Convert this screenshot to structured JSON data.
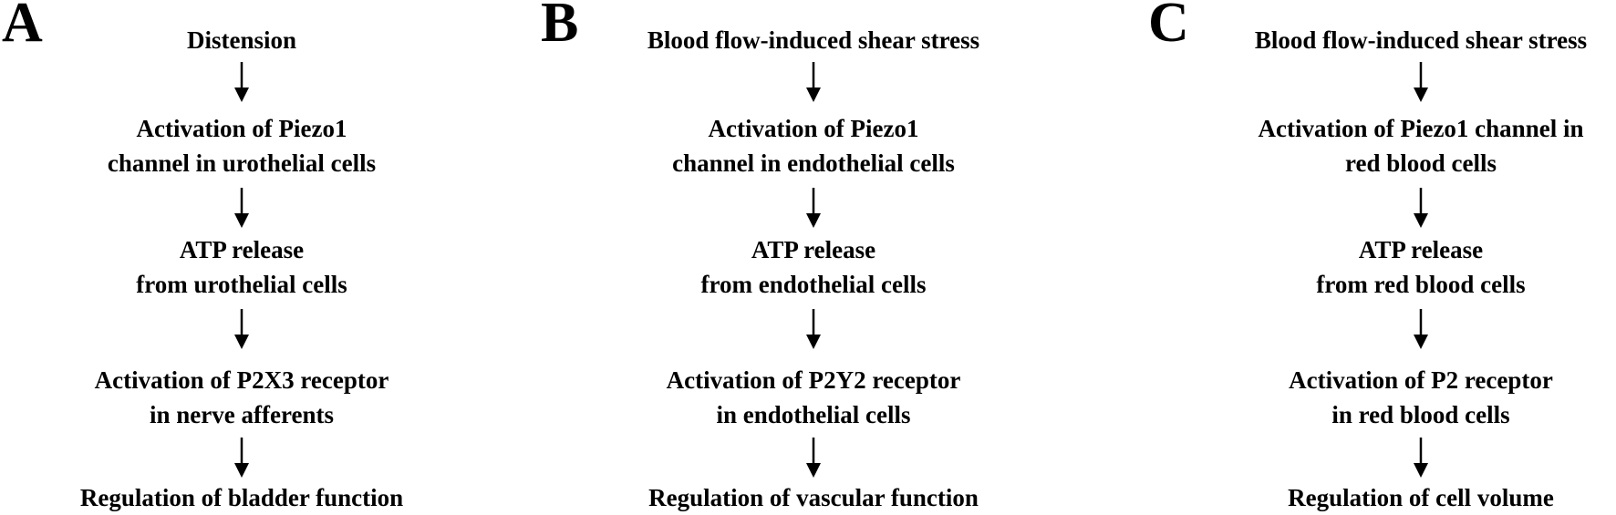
{
  "colors": {
    "text": "#000000",
    "background": "#ffffff"
  },
  "panels": [
    {
      "letter": "A",
      "steps": [
        [
          "Distension"
        ],
        [
          "Activation of Piezo1",
          "channel in urothelial cells"
        ],
        [
          "ATP release",
          "from urothelial cells"
        ],
        [
          "Activation of P2X3 receptor",
          "in nerve afferents"
        ],
        [
          "Regulation of bladder function"
        ]
      ]
    },
    {
      "letter": "B",
      "steps": [
        [
          "Blood flow-induced shear stress"
        ],
        [
          "Activation of Piezo1",
          "channel in endothelial cells"
        ],
        [
          "ATP release",
          "from endothelial cells"
        ],
        [
          "Activation of P2Y2 receptor",
          "in endothelial cells"
        ],
        [
          "Regulation of vascular function"
        ]
      ]
    },
    {
      "letter": "C",
      "steps": [
        [
          "Blood flow-induced shear stress"
        ],
        [
          "Activation of Piezo1 channel in",
          "red blood cells"
        ],
        [
          "ATP release",
          "from red blood cells"
        ],
        [
          "Activation of P2 receptor",
          "in red blood cells"
        ],
        [
          "Regulation of cell volume"
        ]
      ]
    }
  ]
}
